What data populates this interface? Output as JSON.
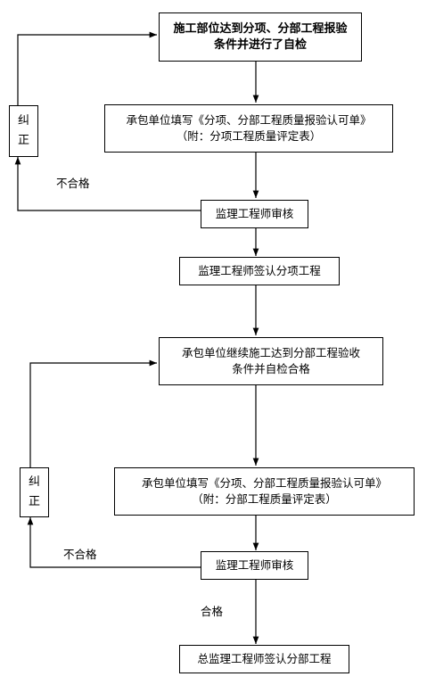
{
  "steps": {
    "s1": {
      "line1": "施工部位达到分项、分部工程报验",
      "line2": "条件并进行了自检"
    },
    "s2": {
      "line1": "承包单位填写《分项、分部工程质量报验认可单》",
      "line2": "（附：分项工程质量评定表）"
    },
    "s3": {
      "text": "监理工程师审核"
    },
    "s4": {
      "text": "监理工程师签认分项工程"
    },
    "s5": {
      "line1": "承包单位继续施工达到分部工程验收",
      "line2": "条件并自检合格"
    },
    "s6": {
      "line1": "承包单位填写《分项、分部工程质量报验认可单》",
      "line2": "（附：分部工程质量评定表）"
    },
    "s7": {
      "text": "监理工程师审核"
    },
    "s8": {
      "text": "总监理工程师签认分部工程"
    }
  },
  "correction": {
    "top": {
      "c1": "纠",
      "c2": "正"
    },
    "bottom": {
      "c1": "纠",
      "c2": "正"
    }
  },
  "labels": {
    "fail_top": "不合格",
    "fail_bottom": "不合格",
    "pass_bottom": "合格"
  }
}
